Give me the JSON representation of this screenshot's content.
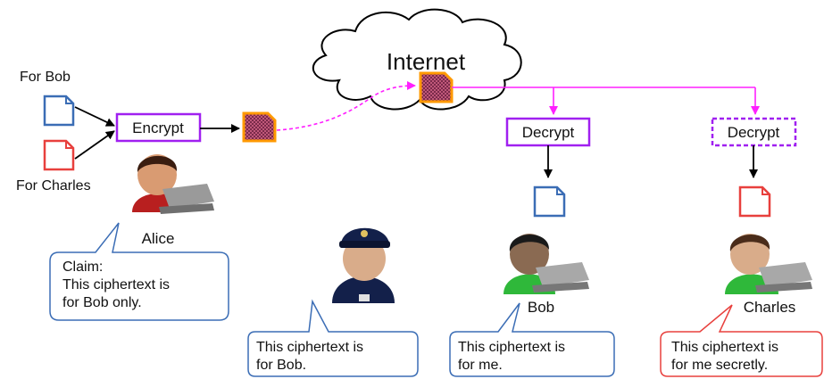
{
  "labels": {
    "for_bob": "For Bob",
    "for_charles": "For Charles",
    "alice": "Alice",
    "bob": "Bob",
    "charles": "Charles",
    "internet": "Internet",
    "encrypt": "Encrypt",
    "decrypt_bob": "Decrypt",
    "decrypt_charles": "Decrypt"
  },
  "bubbles": {
    "alice": [
      "Claim:",
      "This ciphertext is",
      "for Bob only."
    ],
    "police": [
      "This ciphertext is",
      "for Bob."
    ],
    "bob": [
      "This ciphertext is",
      "for me."
    ],
    "charles": [
      "This ciphertext is",
      "for me secretly."
    ]
  },
  "colors": {
    "bob_doc": "#3b6db5",
    "charles_doc": "#e8403d",
    "process_box": "#a020f0",
    "network_line": "#ff20ff",
    "ciphertext_border": "#ff9900",
    "ciphertext_fill": "#c0587a",
    "bubble_border_neutral": "#3b6db5",
    "bubble_border_charles": "#e8403d"
  },
  "icons": {
    "alice": "person-laptop-icon",
    "police": "police-officer-icon",
    "bob": "person-laptop-icon",
    "charles": "person-laptop-icon",
    "internet": "cloud-icon",
    "ciphertext": "ciphertext-icon",
    "document": "document-icon"
  }
}
